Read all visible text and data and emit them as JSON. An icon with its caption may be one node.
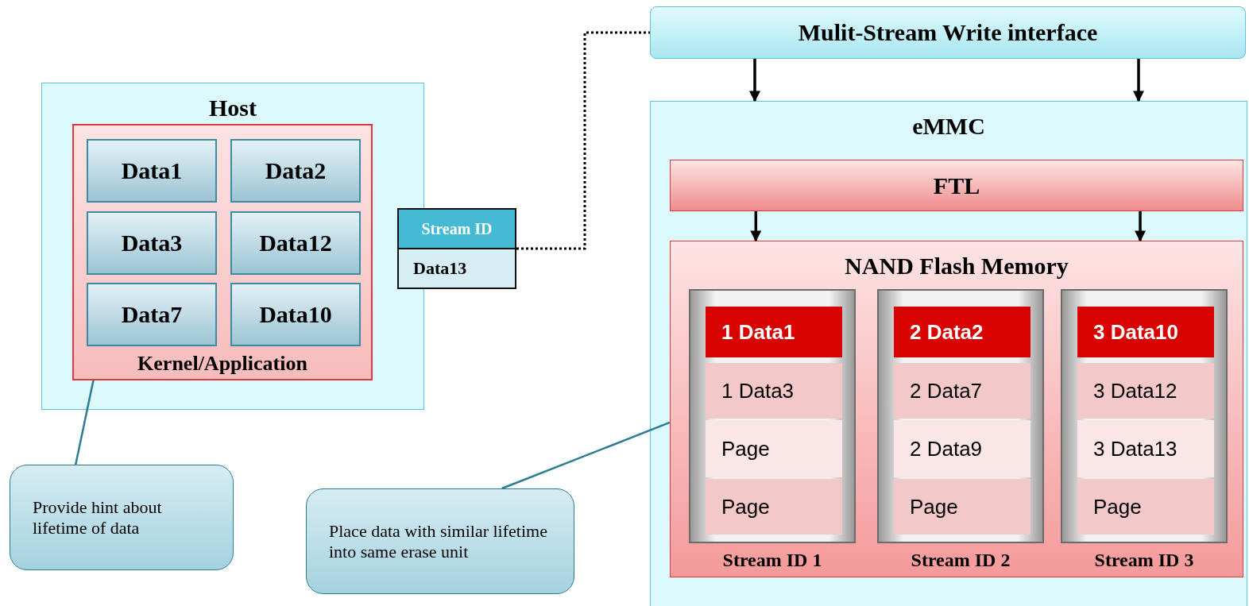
{
  "diagram": {
    "nodes": [
      {
        "text": [
          "Host"
        ]
      },
      {
        "text": [
          "Kernel/Application"
        ],
        "in": 0
      },
      {
        "text": [
          "Data1"
        ],
        "in": 1
      },
      {
        "text": [
          "Data2"
        ],
        "in": 1
      },
      {
        "text": [
          "Data3"
        ],
        "in": 1
      },
      {
        "text": [
          "Data12"
        ],
        "in": 1
      },
      {
        "text": [
          "Data7"
        ],
        "in": 1
      },
      {
        "text": [
          "Data10"
        ],
        "in": 1
      },
      {
        "text": [
          "Stream ID",
          "Data13"
        ]
      },
      {
        "text": [
          "Mulit-Stream Write interface"
        ]
      },
      {
        "text": [
          "eMMC"
        ]
      },
      {
        "text": [
          "FTL"
        ],
        "in": 10
      },
      {
        "text": [
          "NAND Flash Memory"
        ],
        "in": 10
      },
      {
        "text": [],
        "shape": "box",
        "beside": [
          "Stream ID 1"
        ],
        "in": 12
      },
      {
        "text": [
          "1 Data1"
        ],
        "in": 13
      },
      {
        "text": [
          "1 Data3"
        ],
        "in": 13
      },
      {
        "text": [
          "Page"
        ],
        "in": 13
      },
      {
        "text": [
          "Page"
        ],
        "in": 13
      },
      {
        "text": [],
        "shape": "box",
        "beside": [
          "Stream ID 2"
        ],
        "in": 12
      },
      {
        "text": [
          "2 Data2"
        ],
        "in": 18
      },
      {
        "text": [
          "2 Data7"
        ],
        "in": 18
      },
      {
        "text": [
          "2 Data9"
        ],
        "in": 18
      },
      {
        "text": [
          "Page"
        ],
        "in": 18
      },
      {
        "text": [],
        "shape": "box",
        "beside": [
          "Stream ID 3"
        ],
        "in": 12
      },
      {
        "text": [
          "3 Data10"
        ],
        "in": 23
      },
      {
        "text": [
          "3 Data12"
        ],
        "in": 23
      },
      {
        "text": [
          "3 Data13"
        ],
        "in": 23
      },
      {
        "text": [
          "Page"
        ],
        "in": 23
      },
      {
        "text": [
          "Provide hint about lifetime of data"
        ]
      },
      {
        "text": [
          "Place data with similar lifetime into same erase unit"
        ]
      }
    ],
    "edges": [
      {
        "from": 8,
        "to": 9,
        "arrow": "none",
        "style": "dashed"
      },
      {
        "from": 9,
        "to": 10,
        "arrow": "to"
      },
      {
        "from": 9,
        "to": 10,
        "arrow": "to"
      },
      {
        "from": 11,
        "to": 12,
        "arrow": "to"
      },
      {
        "from": 11,
        "to": 12,
        "arrow": "to"
      },
      {
        "from": 28,
        "to": 1,
        "arrow": "none",
        "color": "#2a7d92"
      },
      {
        "from": 29,
        "to": 12,
        "arrow": "none",
        "color": "#2a7d92"
      }
    ]
  }
}
